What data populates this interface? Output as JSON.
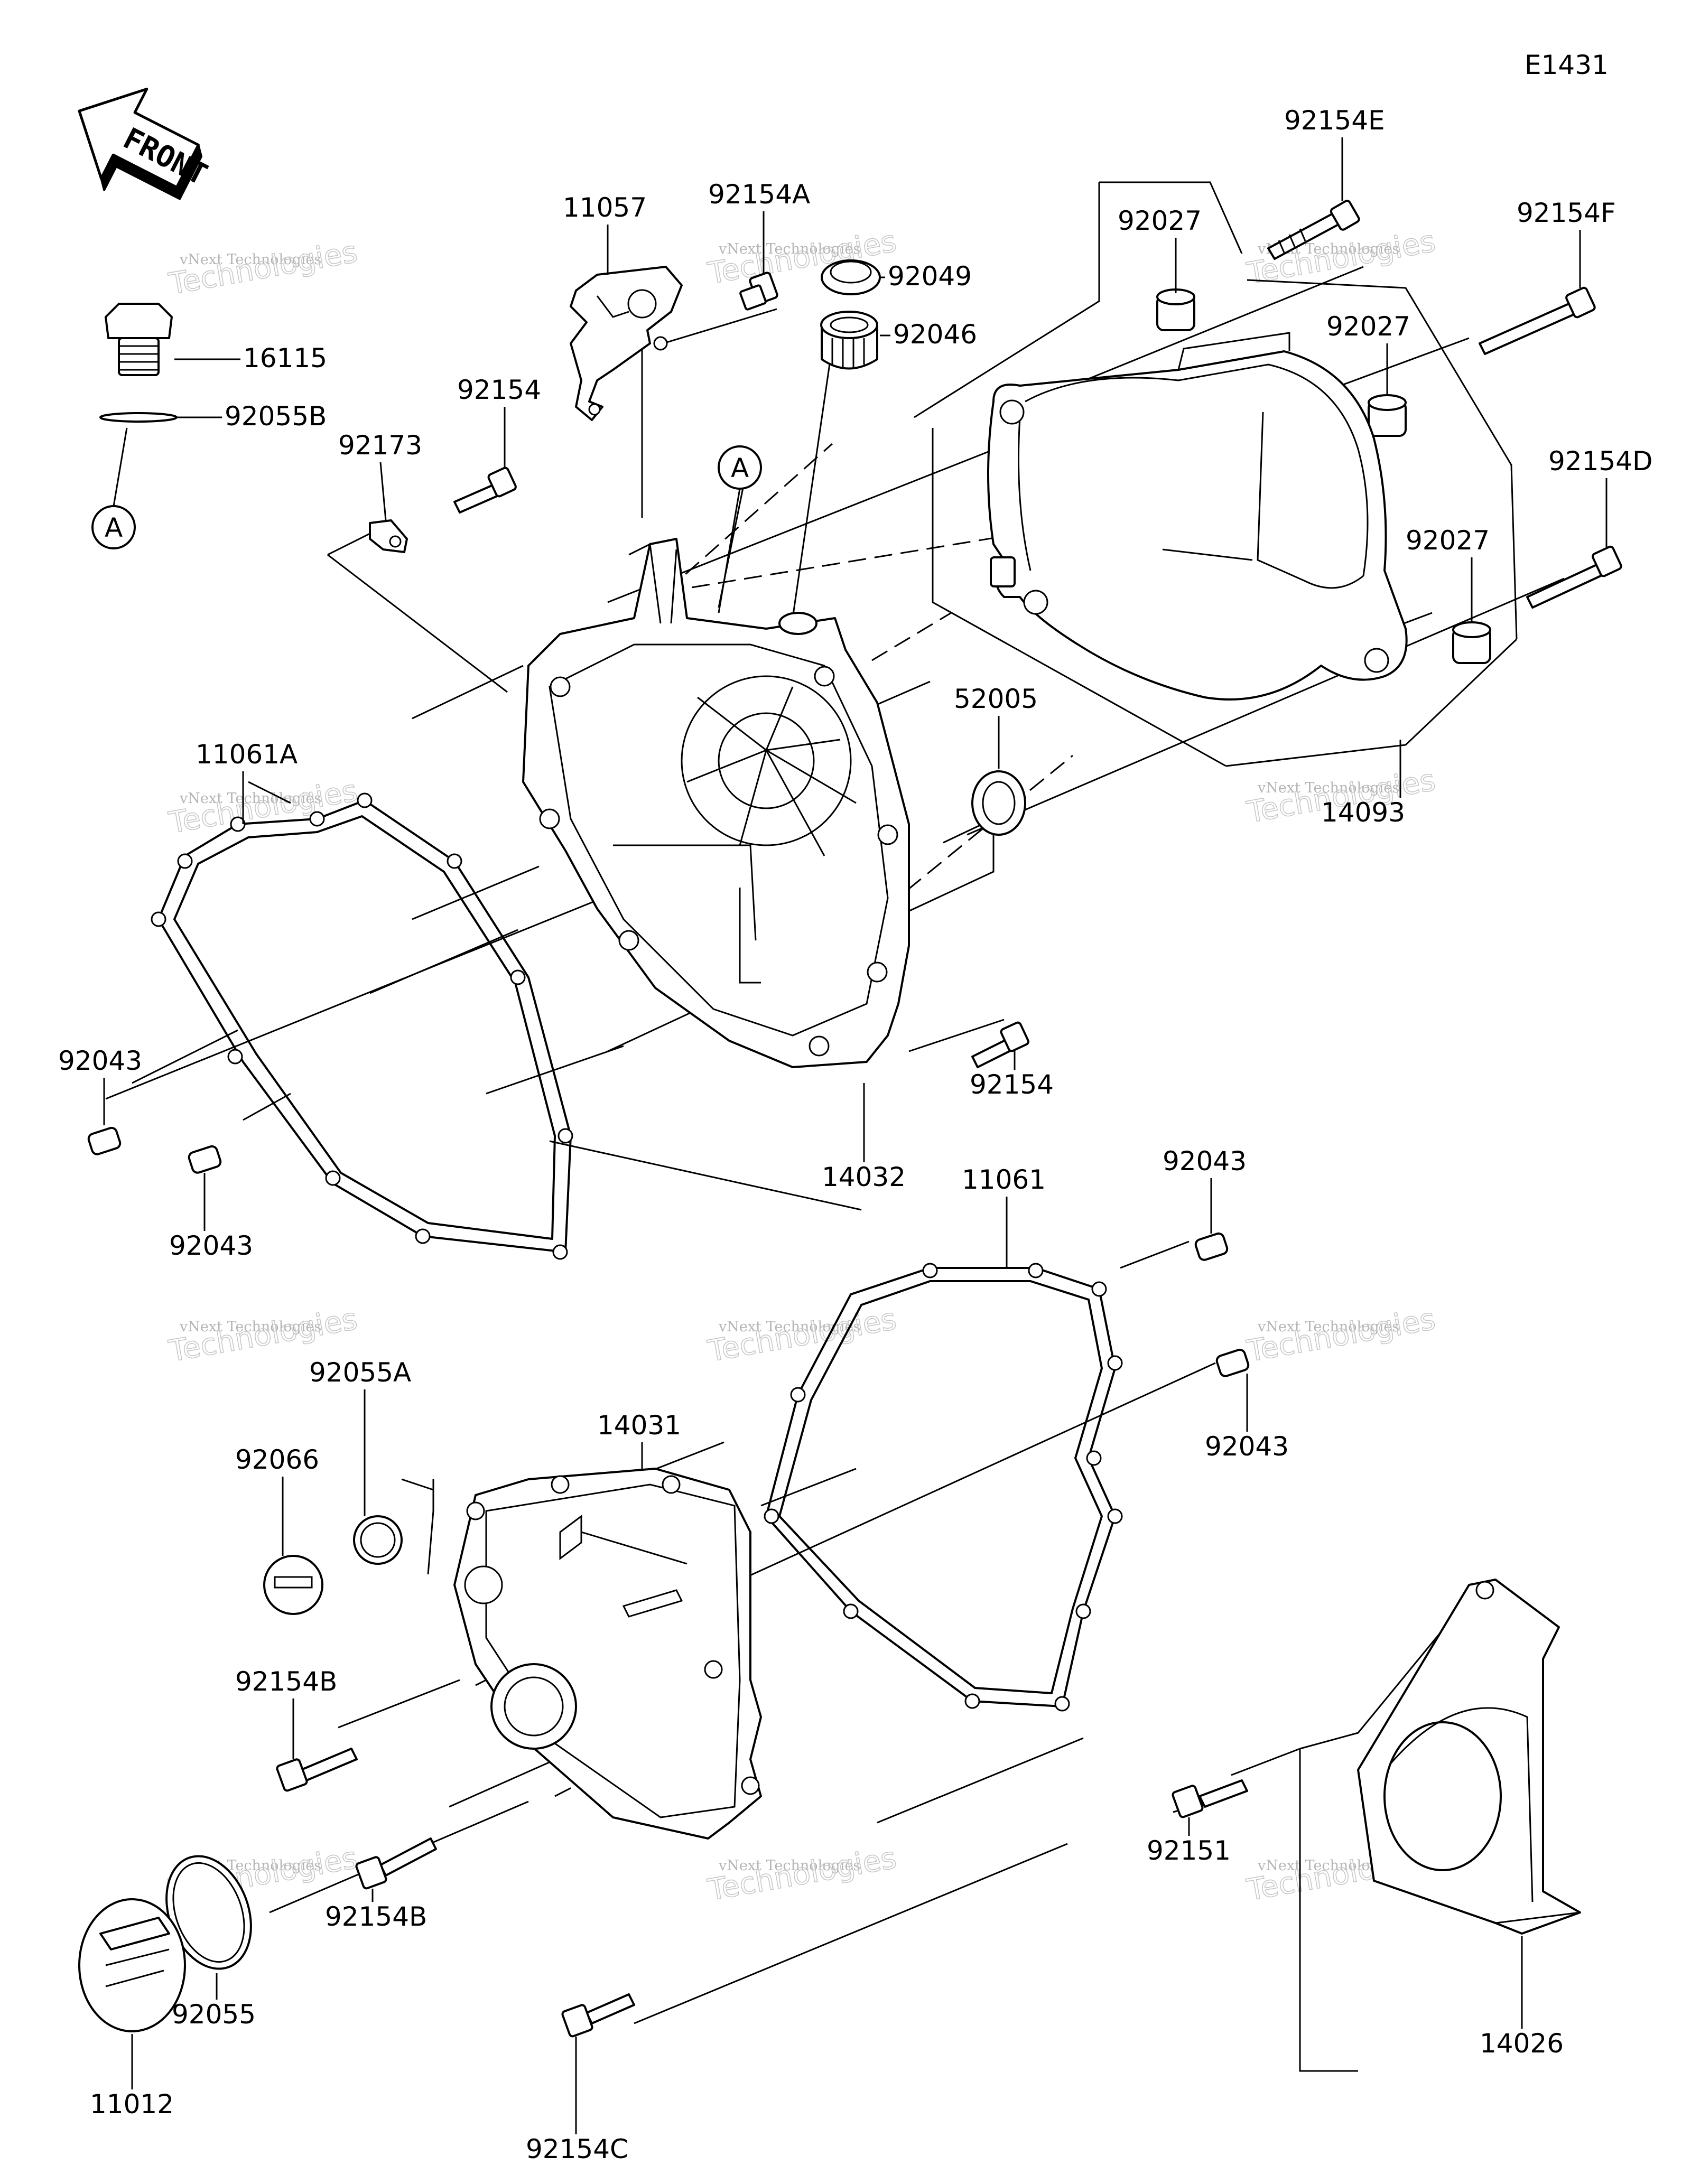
{
  "diagram_id": "E1431",
  "front_label": "FRONT",
  "ref_marker": "A",
  "watermark": {
    "line1": "vNext Technologies",
    "line2": "Technologies"
  },
  "part_numbers": {
    "p11057": "11057",
    "p92154A": "92154A",
    "p92049": "92049",
    "p92046": "92046",
    "p92154E": "92154E",
    "p92027a": "92027",
    "p92154F": "92154F",
    "p92027b": "92027",
    "p16115": "16115",
    "p92055B": "92055B",
    "p92154top": "92154",
    "p92173": "92173",
    "p92154D": "92154D",
    "p92027c": "92027",
    "p52005": "52005",
    "p11061A": "11061A",
    "p14093": "14093",
    "p92043a": "92043",
    "p92154mid": "92154",
    "p92043b": "92043",
    "p14032": "14032",
    "p11061": "11061",
    "p92043c": "92043",
    "p14031": "14031",
    "p92055A": "92055A",
    "p92066": "92066",
    "p92043d": "92043",
    "p92154B": "92154B",
    "p92151": "92151",
    "p92154B2": "92154B",
    "p92055": "92055",
    "p14026": "14026",
    "p11012": "11012",
    "p92154C": "92154C"
  }
}
